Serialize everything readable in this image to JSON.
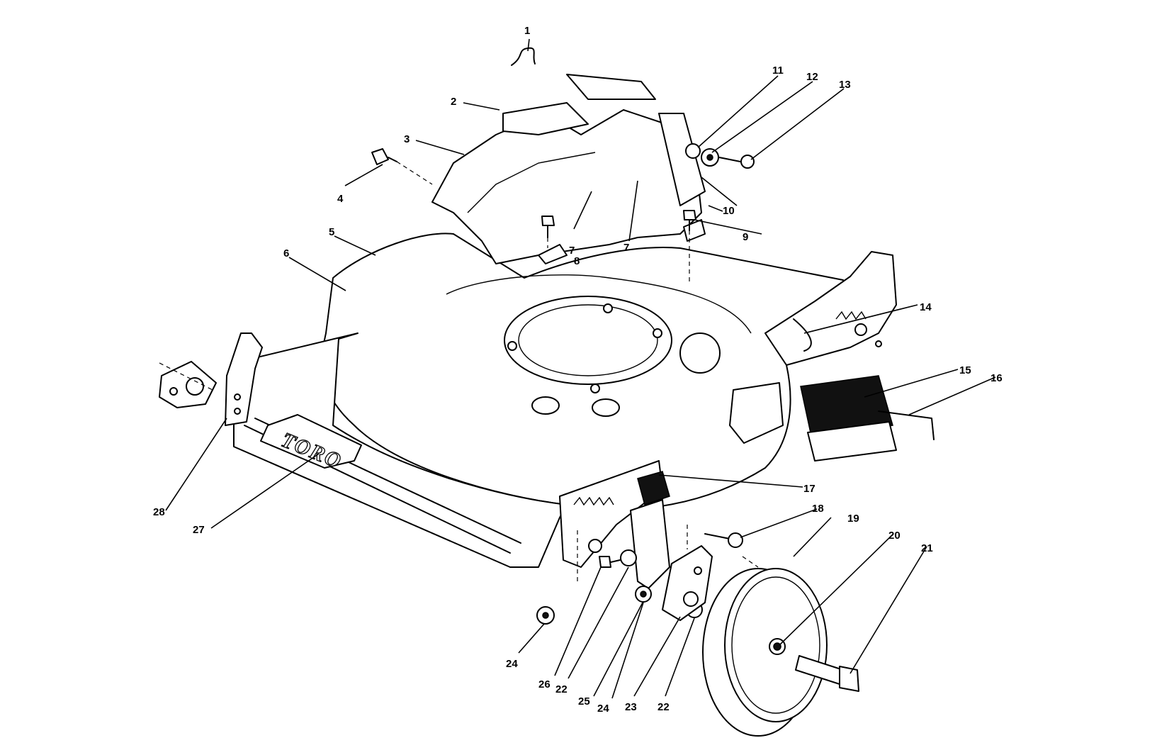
{
  "diagram": {
    "brand_text": "TORO",
    "callouts": [
      "1",
      "2",
      "3",
      "4",
      "5",
      "6",
      "7",
      "7",
      "8",
      "9",
      "10",
      "11",
      "12",
      "13",
      "14",
      "15",
      "16",
      "17",
      "18",
      "19",
      "20",
      "21",
      "22",
      "22",
      "23",
      "24",
      "24",
      "25",
      "26",
      "27",
      "28"
    ]
  }
}
